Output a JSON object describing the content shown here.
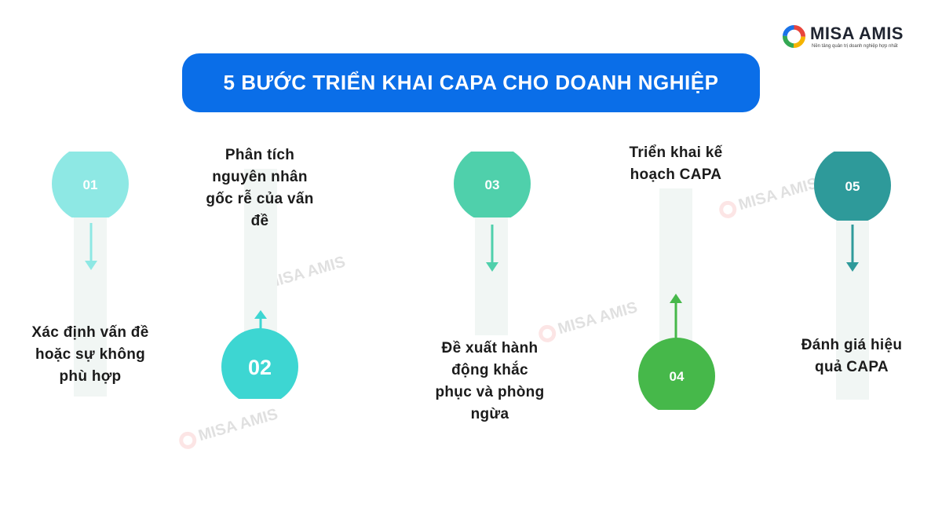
{
  "logo": {
    "name": "MISA AMIS",
    "tagline": "Nền tảng quản trị doanh nghiệp hợp nhất"
  },
  "title": "5 BƯỚC TRIỂN KHAI CAPA CHO DOANH NGHIỆP",
  "watermark": "MISA AMIS",
  "colors": {
    "banner": "#0a6ee8",
    "step1": "#8ee8e4",
    "step2": "#3dd6d2",
    "step3": "#4fd0ab",
    "step4": "#46b84a",
    "step5": "#2e9a9a"
  },
  "steps": [
    {
      "number": "01",
      "text": [
        "Xác định vấn đề",
        "hoặc sự không",
        "phù hợp"
      ],
      "direction": "down"
    },
    {
      "number": "02",
      "text": [
        "Phân tích",
        "nguyên nhân",
        "gốc rễ của vấn",
        "đề"
      ],
      "direction": "up"
    },
    {
      "number": "03",
      "text": [
        "Đề xuất hành",
        "động khắc",
        "phục và phòng",
        "ngừa"
      ],
      "direction": "down"
    },
    {
      "number": "04",
      "text": [
        "Triển khai kế",
        "hoạch CAPA"
      ],
      "direction": "up"
    },
    {
      "number": "05",
      "text": [
        "Đánh giá hiệu",
        "quả CAPA"
      ],
      "direction": "down"
    }
  ]
}
